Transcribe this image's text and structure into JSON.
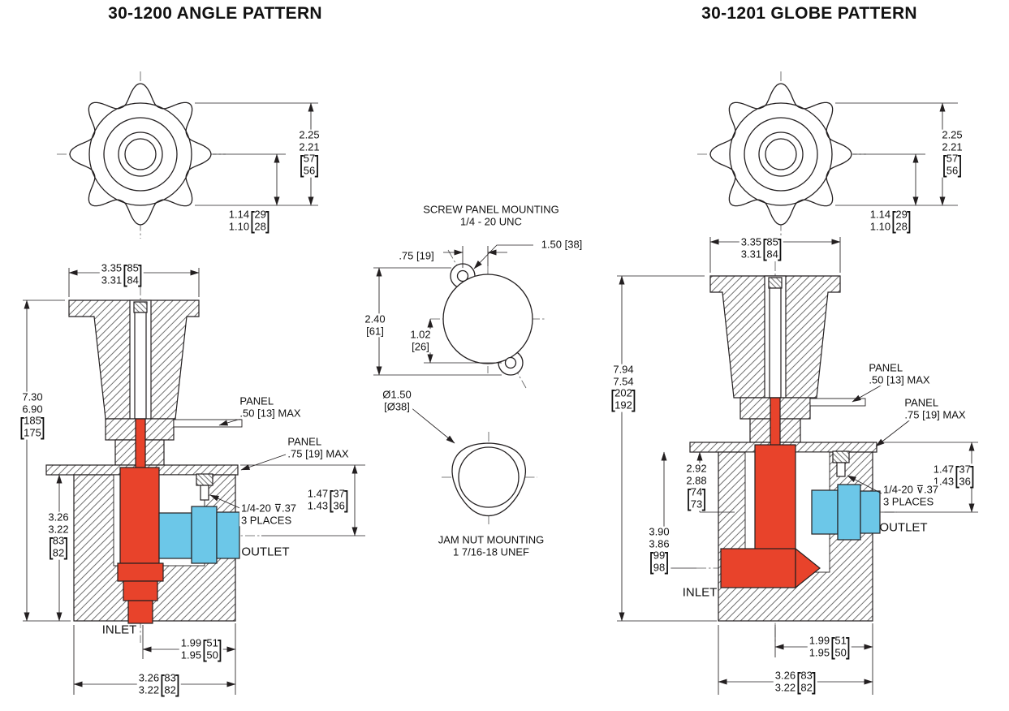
{
  "titles": {
    "left": "30-1200 ANGLE PATTERN",
    "right": "30-1201 GLOBE PATTERN"
  },
  "colors": {
    "inlet_red": "#e8432b",
    "outlet_blue": "#6cc7e8",
    "line": "#231f20"
  },
  "shared_labels": {
    "outlet": "OUTLET",
    "inlet": "INLET",
    "panel_thin_1": "PANEL",
    "panel_thin_2": ".50 [13] MAX",
    "panel_thick_1": "PANEL",
    "panel_thick_2": ".75 [19] MAX",
    "screw_callout_1": "1/4-20 ⊽.37",
    "screw_callout_2": "3 PLACES"
  },
  "dims": {
    "knob_dia": {
      "in1": "2.25",
      "in2": "2.21",
      "mm1": "57",
      "mm2": "56"
    },
    "knob_rad": {
      "in1": "1.14",
      "in2": "1.10",
      "mm1": "29",
      "mm2": "28"
    },
    "cap_width": {
      "in1": "3.35",
      "in2": "3.31",
      "mm1": "85",
      "mm2": "84"
    },
    "angle_total_height": {
      "in1": "7.30",
      "in2": "6.90",
      "mm1": "185",
      "mm2": "175"
    },
    "angle_body_height": {
      "in1": "3.26",
      "in2": "3.22",
      "mm1": "83",
      "mm2": "82"
    },
    "outlet_height": {
      "in1": "1.47",
      "in2": "1.43",
      "mm1": "37",
      "mm2": "36"
    },
    "port_offset": {
      "in1": "1.99",
      "in2": "1.95",
      "mm1": "51",
      "mm2": "50"
    },
    "body_width": {
      "in1": "3.26",
      "in2": "3.22",
      "mm1": "83",
      "mm2": "82"
    },
    "globe_total_height": {
      "in1": "7.94",
      "in2": "7.54",
      "mm1": "202",
      "mm2": "192"
    },
    "globe_outlet_center": {
      "in1": "2.92",
      "in2": "2.88",
      "mm1": "74",
      "mm2": "73"
    },
    "globe_inlet_center": {
      "in1": "3.90",
      "in2": "3.86",
      "mm1": "99",
      "mm2": "98"
    }
  },
  "center_detail": {
    "screw_mount_title": "SCREW PANEL MOUNTING",
    "screw_mount_thread": "1/4 - 20 UNC",
    "hole_offset": ".75 [19]",
    "hole_spacing": "1.50 [38]",
    "flange_height_in": "2.40",
    "flange_height_mm": "[61]",
    "hole_drop_in": "1.02",
    "hole_drop_mm": "[26]",
    "jam_dia_in": "Ø1.50",
    "jam_dia_mm": "[Ø38]",
    "jam_mount_title": "JAM NUT MOUNTING",
    "jam_mount_thread": "1 7/16-18  UNEF"
  }
}
